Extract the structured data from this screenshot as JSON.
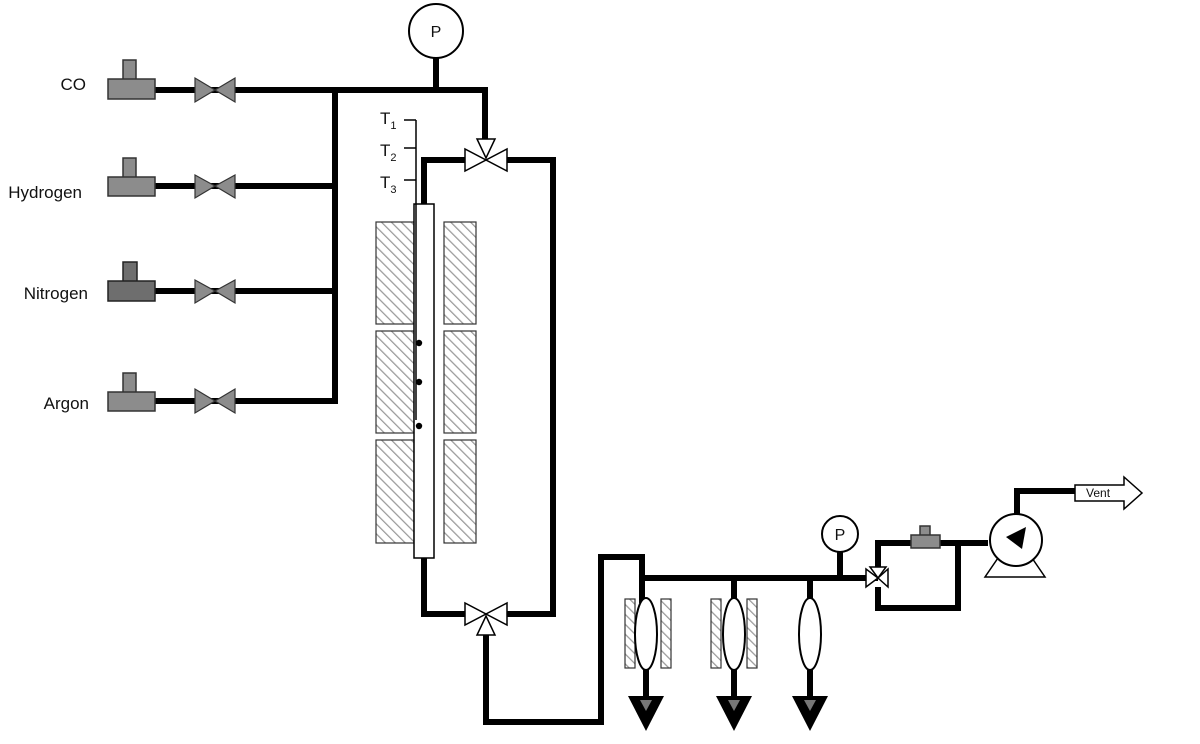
{
  "gases": {
    "co": "CO",
    "hydrogen": "Hydrogen",
    "nitrogen": "Nitrogen",
    "argon": "Argon"
  },
  "gauges": {
    "inlet": "P",
    "outlet": "P"
  },
  "thermocouples": {
    "t1": {
      "main": "T",
      "sub": "1"
    },
    "t2": {
      "main": "T",
      "sub": "2"
    },
    "t3": {
      "main": "T",
      "sub": "3"
    }
  },
  "vent": "Vent",
  "colors": {
    "line": "#000000",
    "component_gray": "#8c8c8c",
    "background": "#ffffff"
  }
}
